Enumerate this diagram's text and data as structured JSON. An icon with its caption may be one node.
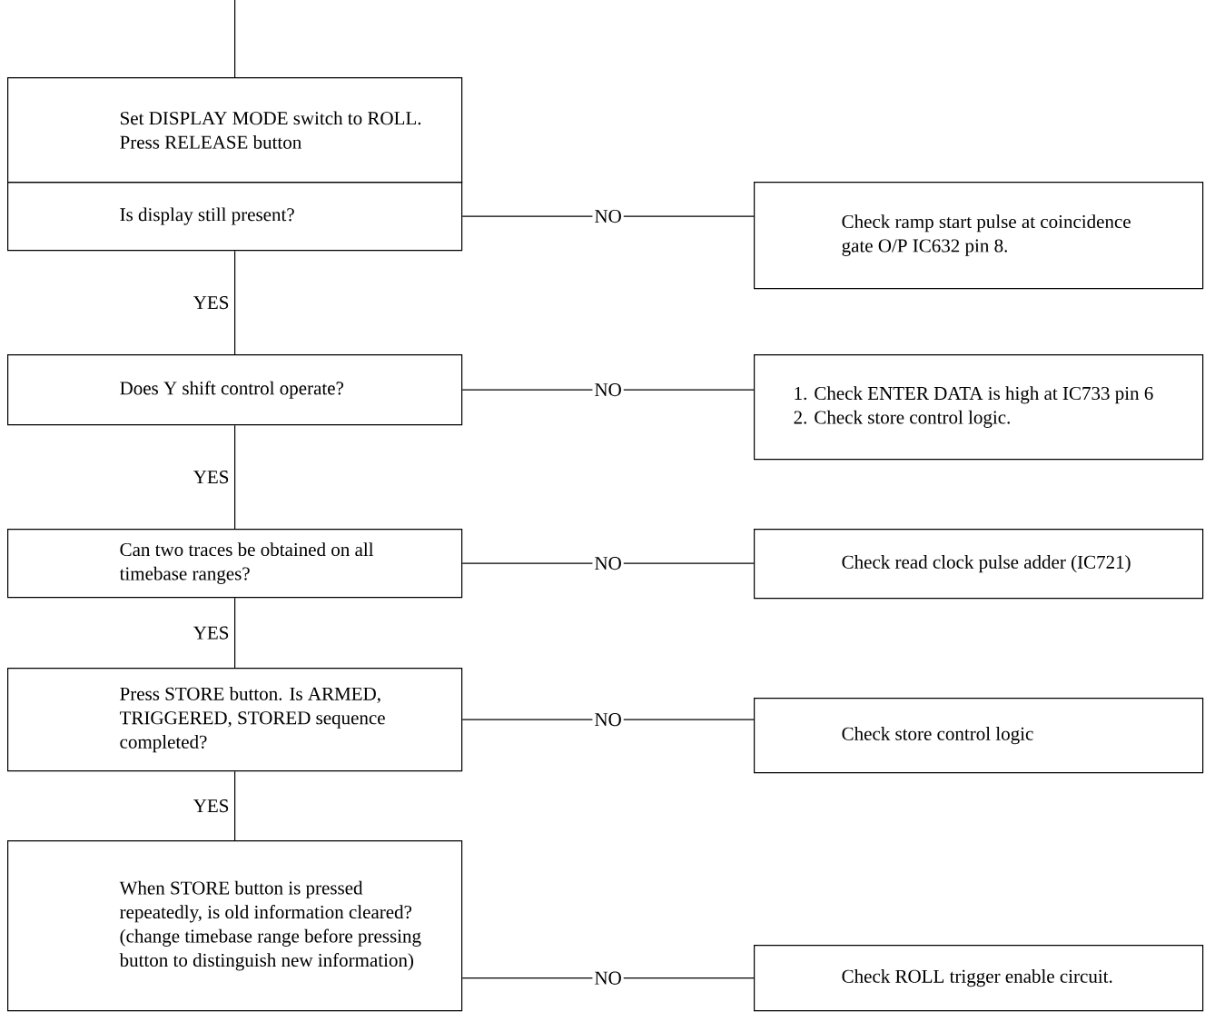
{
  "diagram": {
    "nodes": [
      {
        "text": [
          "Set DISPLAY MODE switch to ROLL. Press RELEASE button"
        ]
      },
      {
        "text": [
          "Is display still present?"
        ]
      },
      {
        "text": [
          "Check ramp start pulse at coincidence gate O/P IC632 pin 8."
        ]
      },
      {
        "text": [
          "Does Y shift control operate?"
        ]
      },
      {
        "text": [
          "1. Check ENTER DATA is high at IC733 pin 6",
          "2. Check store control logic."
        ]
      },
      {
        "text": [
          "Can two traces be obtained on all timebase ranges?"
        ]
      },
      {
        "text": [
          "Check read clock pulse adder (IC721)"
        ]
      },
      {
        "text": [
          "Press STORE button. Is ARMED, TRIGGERED, STORED sequence completed?"
        ]
      },
      {
        "text": [
          "Check store control logic"
        ]
      },
      {
        "text": [
          "When STORE button is pressed repeatedly, is old information cleared? (change timebase range before pressing button to distinguish new information)"
        ]
      },
      {
        "text": [
          "Check ROLL trigger enable circuit."
        ]
      }
    ],
    "edges": [
      {
        "from": null,
        "to": 0,
        "arrow": "none"
      },
      {
        "from": 1,
        "to": 2,
        "arrow": "none",
        "label": "NO"
      },
      {
        "from": 1,
        "to": 3,
        "arrow": "none",
        "label": "YES"
      },
      {
        "from": 3,
        "to": 4,
        "arrow": "none",
        "label": "NO"
      },
      {
        "from": 3,
        "to": 5,
        "arrow": "none",
        "label": "YES"
      },
      {
        "from": 5,
        "to": 6,
        "arrow": "none",
        "label": "NO"
      },
      {
        "from": 5,
        "to": 7,
        "arrow": "none",
        "label": "YES"
      },
      {
        "from": 7,
        "to": 8,
        "arrow": "none",
        "label": "NO"
      },
      {
        "from": 7,
        "to": 9,
        "arrow": "none",
        "label": "YES"
      },
      {
        "from": 9,
        "to": 10,
        "arrow": "none",
        "label": "NO"
      }
    ]
  }
}
